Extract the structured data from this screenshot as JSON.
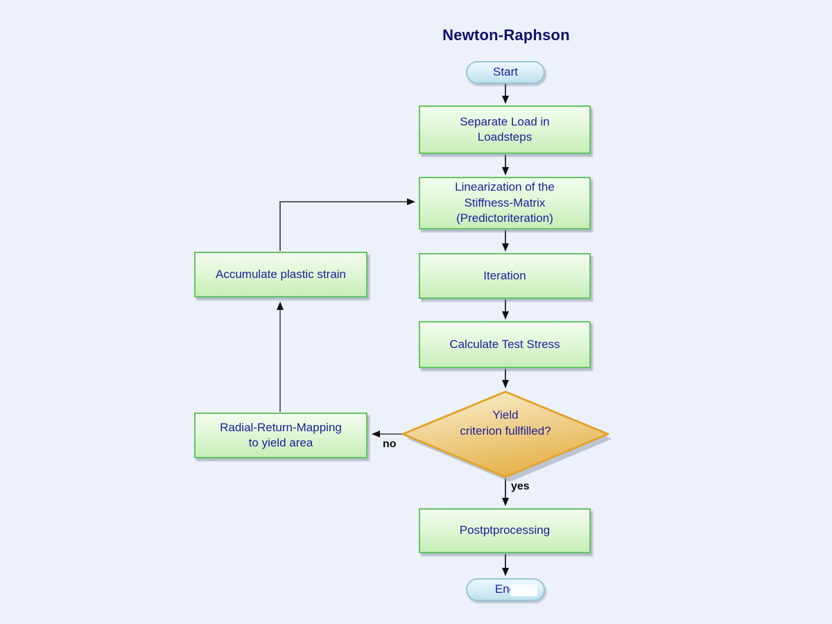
{
  "title": "Newton-Raphson",
  "nodes": {
    "start": {
      "label": "Start",
      "type": "terminator"
    },
    "separate_load": {
      "label": "Separate Load in\nLoadsteps",
      "type": "process"
    },
    "linearization": {
      "label": "Linearization of the\nStiffness-Matrix\n(Predictoriteration)",
      "type": "process"
    },
    "iteration": {
      "label": "Iteration",
      "type": "process"
    },
    "calculate_test_stress": {
      "label": "Calculate Test Stress",
      "type": "process"
    },
    "yield_criterion": {
      "label": "Yield\ncriterion fullfilled?",
      "type": "decision"
    },
    "postprocessing": {
      "label": "Postptprocessing",
      "type": "process"
    },
    "end": {
      "label": "End",
      "type": "terminator"
    },
    "accumulate_plastic_strain": {
      "label": "Accumulate plastic strain",
      "type": "process"
    },
    "radial_return_mapping": {
      "label": "Radial-Return-Mapping\nto yield area",
      "type": "process"
    }
  },
  "edge_labels": {
    "no": "no",
    "yes": "yes"
  },
  "colors": {
    "background": "#edf2fa",
    "process_fill_top": "#f2fcee",
    "process_fill_bottom": "#c6eeb8",
    "process_border": "#62c462",
    "terminator_fill_top": "#eef8fc",
    "terminator_fill_bottom": "#bfe1ef",
    "terminator_border": "#9cc3d5",
    "decision_fill_top": "#f9efcf",
    "decision_fill_bottom": "#e7b149",
    "decision_border": "#e1a42f",
    "node_text": "#1d1d9c",
    "title_text": "#10106e",
    "connector": "#333333"
  }
}
